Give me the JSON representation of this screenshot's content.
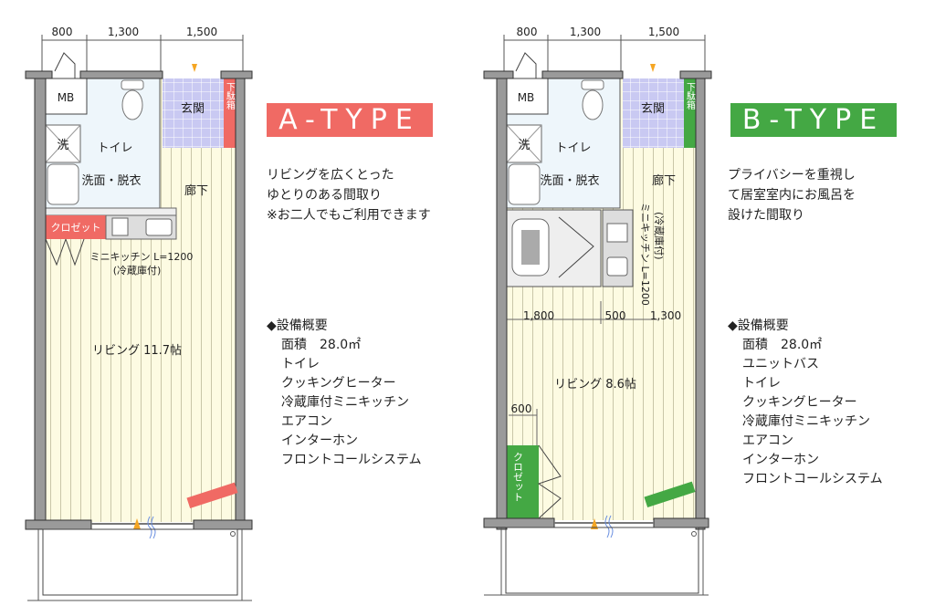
{
  "colors": {
    "a_accent": "#f06a64",
    "b_accent": "#44a844",
    "floor": "#fdfbe2",
    "tile": "#c9c9f2",
    "wet": "#eef6fb"
  },
  "dims": {
    "top": [
      "800",
      "1,300",
      "1,500"
    ],
    "b_living": [
      "1,800",
      "500",
      "1,300"
    ],
    "b_closet": "600"
  },
  "rooms": {
    "entrance": "玄関",
    "shoe_box": "下駄箱",
    "toilet": "トイレ",
    "washroom": "洗面・脱衣",
    "washer": "洗",
    "mb": "MB",
    "corridor": "廊下",
    "closet": "クロゼット",
    "kitchen": "ミニキッチン L=1200",
    "fridge": "(冷蔵庫付)"
  },
  "type_a": {
    "title": "A-TYPE",
    "living": "リビング 11.7帖",
    "description": [
      "リビングを広くとった",
      "ゆとりのある間取り",
      "※お二人でもご利用できます"
    ],
    "spec_heading": "◆設備概要",
    "specs": [
      "面積　28.0㎡",
      "トイレ",
      "クッキングヒーター",
      "冷蔵庫付ミニキッチン",
      "エアコン",
      "インターホン",
      "フロントコールシステム"
    ]
  },
  "type_b": {
    "title": "B-TYPE",
    "living": "リビング 8.6帖",
    "description": [
      "プライバシーを重視し",
      "て居室室内にお風呂を",
      "設けた間取り"
    ],
    "spec_heading": "◆設備概要",
    "specs": [
      "面積　28.0㎡",
      "ユニットバス",
      "トイレ",
      "クッキングヒーター",
      "冷蔵庫付ミニキッチン",
      "エアコン",
      "インターホン",
      "フロントコールシステム"
    ]
  }
}
